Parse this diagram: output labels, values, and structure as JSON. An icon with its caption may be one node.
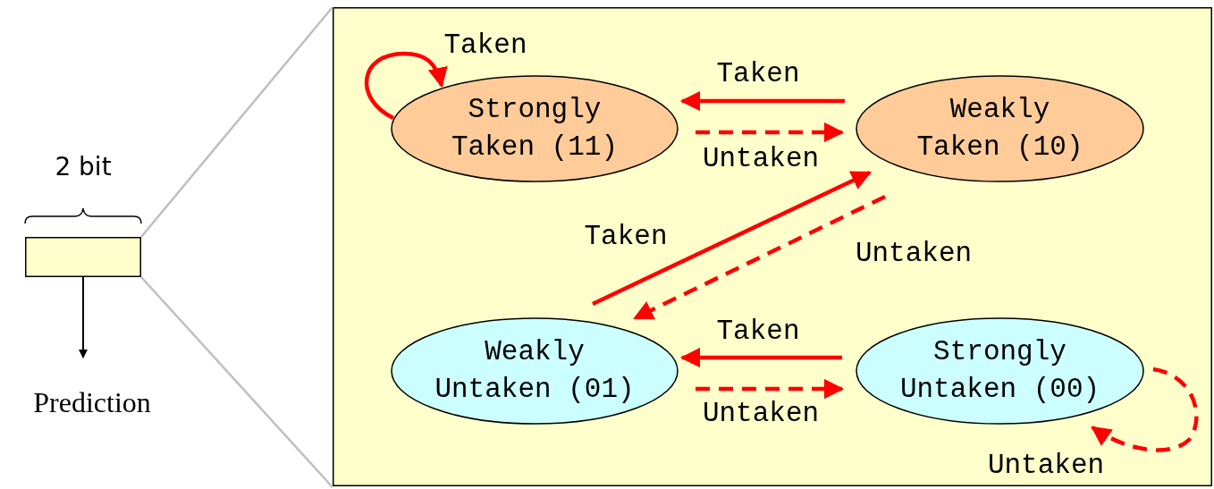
{
  "diagram": {
    "nodes": [
      {
        "text": [],
        "shape": "box"
      },
      {
        "text": [
          "Strongly Taken (11)"
        ],
        "in": 0
      },
      {
        "text": [
          "Weakly Taken (10)"
        ],
        "in": 0
      },
      {
        "text": [
          "Weakly Untaken (01)"
        ],
        "in": 0
      },
      {
        "text": [
          "Strongly Untaken (00)"
        ],
        "in": 0
      },
      {
        "text": [],
        "shape": "box"
      },
      {
        "text": [
          "Prediction"
        ]
      }
    ],
    "edges": [
      {
        "from": 1,
        "to": 1,
        "arrow": "to",
        "label": "Taken"
      },
      {
        "from": 2,
        "to": 1,
        "arrow": "to",
        "label": "Taken"
      },
      {
        "from": 1,
        "to": 2,
        "arrow": "to",
        "label": "Untaken",
        "style": "dashed"
      },
      {
        "from": 3,
        "to": 2,
        "arrow": "to",
        "label": "Taken"
      },
      {
        "from": 2,
        "to": 3,
        "arrow": "to",
        "label": "Untaken",
        "style": "dashed"
      },
      {
        "from": 4,
        "to": 3,
        "arrow": "to",
        "label": "Taken"
      },
      {
        "from": 3,
        "to": 4,
        "arrow": "to",
        "label": "Untaken",
        "style": "dashed"
      },
      {
        "from": 4,
        "to": 4,
        "arrow": "to",
        "label": "Untaken",
        "style": "dashed"
      },
      {
        "from": 5,
        "to": 6,
        "arrow": "to",
        "color": "#000000"
      },
      {
        "from": 5,
        "to": 0,
        "arrow": "none",
        "color": "#bfbfbf"
      },
      {
        "from": 5,
        "to": 0,
        "arrow": "none",
        "color": "#bfbfbf"
      }
    ],
    "labels": [
      "2 bit"
    ]
  }
}
